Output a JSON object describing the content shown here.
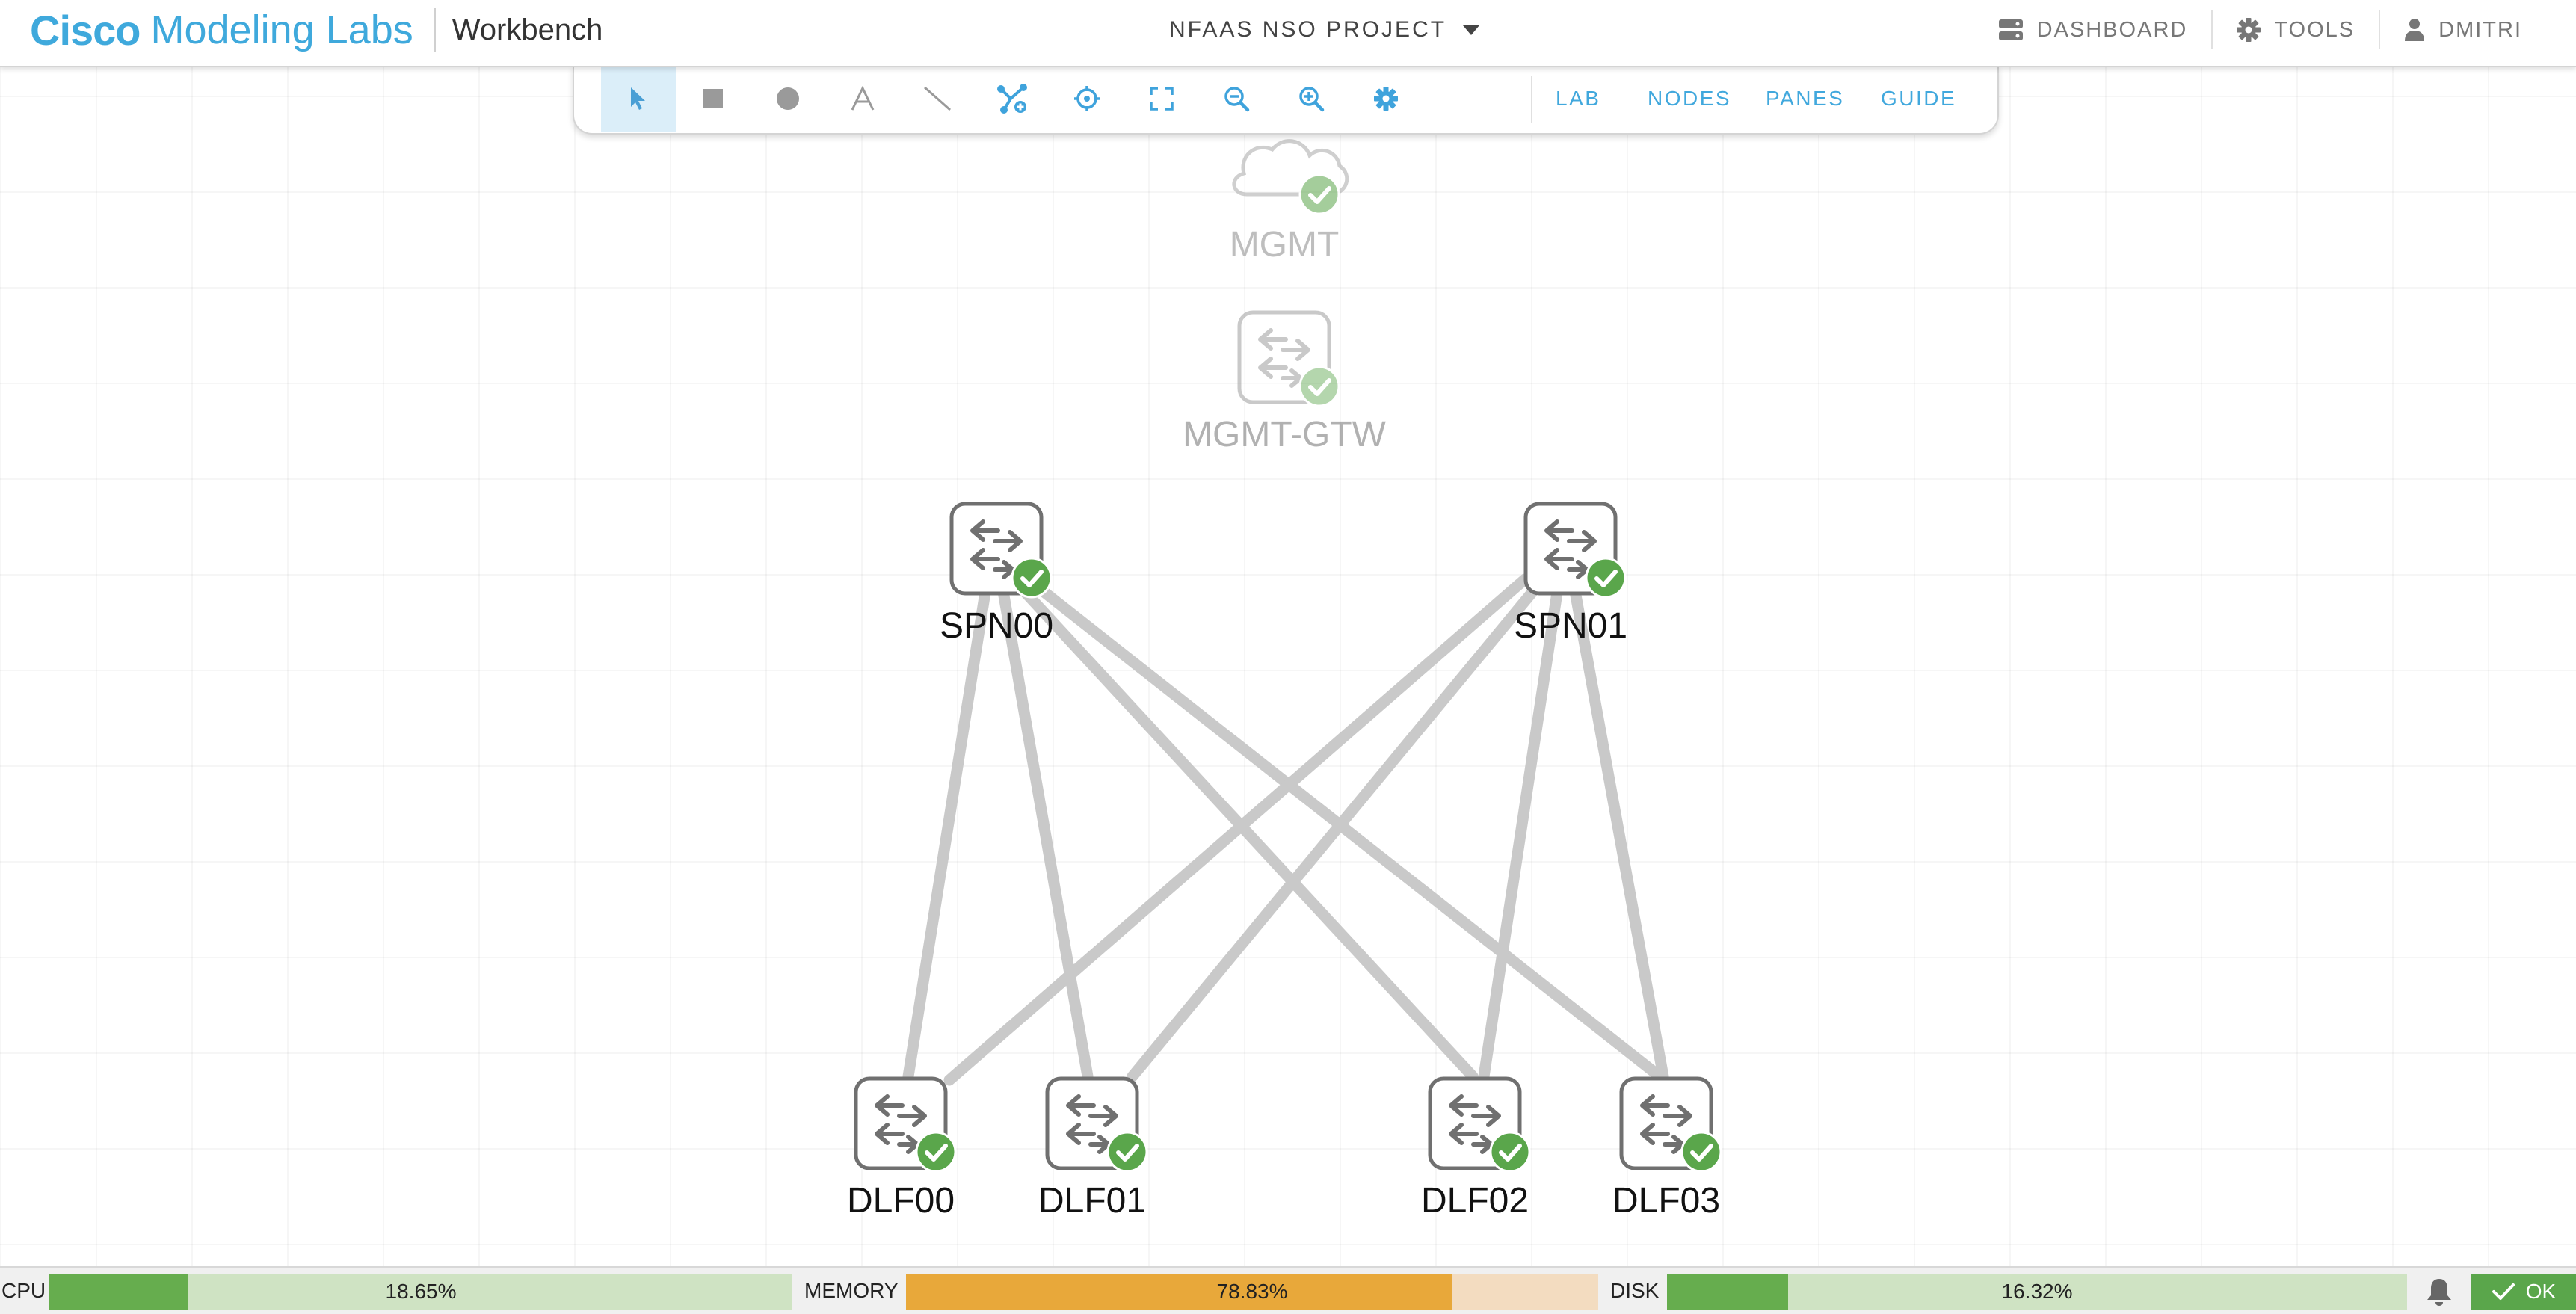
{
  "header": {
    "brand_cisco": "Cisco",
    "brand_product": "Modeling Labs",
    "workbench": "Workbench",
    "project_name": "NFAAS NSO PROJECT",
    "dashboard_label": "DASHBOARD",
    "tools_label": "TOOLS",
    "user_label": "DMITRI"
  },
  "toolbar": {
    "tools": [
      "select-icon",
      "rectangle-icon",
      "ellipse-icon",
      "text-icon",
      "line-icon",
      "add-node-icon",
      "center-icon",
      "fit-icon",
      "zoom-out-icon",
      "zoom-in-icon",
      "settings-icon"
    ],
    "active_tool": "select-icon",
    "tabs": [
      "LAB",
      "NODES",
      "PANES",
      "GUIDE"
    ]
  },
  "topology": {
    "nodes": [
      {
        "id": "mgmt",
        "label": "MGMT",
        "kind": "cloud",
        "state": "booted",
        "dimmed": true
      },
      {
        "id": "mgmt-gtw",
        "label": "MGMT-GTW",
        "kind": "switch",
        "state": "booted",
        "dimmed": true
      },
      {
        "id": "spn00",
        "label": "SPN00",
        "kind": "switch",
        "state": "booted"
      },
      {
        "id": "spn01",
        "label": "SPN01",
        "kind": "switch",
        "state": "booted"
      },
      {
        "id": "dlf00",
        "label": "DLF00",
        "kind": "switch",
        "state": "booted"
      },
      {
        "id": "dlf01",
        "label": "DLF01",
        "kind": "switch",
        "state": "booted"
      },
      {
        "id": "dlf02",
        "label": "DLF02",
        "kind": "switch",
        "state": "booted"
      },
      {
        "id": "dlf03",
        "label": "DLF03",
        "kind": "switch",
        "state": "booted"
      }
    ],
    "links": [
      [
        "spn00",
        "dlf00"
      ],
      [
        "spn00",
        "dlf01"
      ],
      [
        "spn00",
        "dlf02"
      ],
      [
        "spn00",
        "dlf03"
      ],
      [
        "spn01",
        "dlf00"
      ],
      [
        "spn01",
        "dlf01"
      ],
      [
        "spn01",
        "dlf02"
      ],
      [
        "spn01",
        "dlf03"
      ]
    ]
  },
  "status": {
    "cpu_label": "CPU",
    "cpu_value": "18.65%",
    "cpu_fraction": 0.1865,
    "memory_label": "MEMORY",
    "memory_value": "78.83%",
    "memory_fraction": 0.7883,
    "disk_label": "DISK",
    "disk_value": "16.32%",
    "disk_fraction": 0.1632,
    "ok_label": "OK"
  },
  "colors": {
    "accent": "#41a8dd",
    "ok_green": "#5aa64b",
    "cpu_fill": "#66ad4e",
    "cpu_track": "#cfe3c3",
    "memory_fill": "#e8a83a",
    "memory_track": "#f3dcc0",
    "disk_fill": "#66ad4e",
    "disk_track": "#cfe3c3"
  }
}
